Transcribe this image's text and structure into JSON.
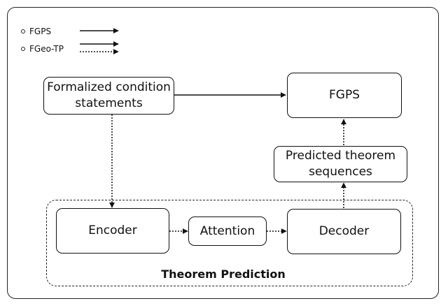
{
  "legend": [
    {
      "label": "FGPS",
      "line_style": "solid"
    },
    {
      "label": "FGeo-TP",
      "line_style": "dotted"
    }
  ],
  "nodes": {
    "formalized_conditions": "Formalized condition statements",
    "fgps": "FGPS",
    "predicted_sequences": "Predicted theorem sequences",
    "encoder": "Encoder",
    "attention": "Attention",
    "decoder": "Decoder"
  },
  "group": {
    "label": "Theorem Prediction"
  },
  "colors": {
    "line": "#111111",
    "background": "#ffffff"
  }
}
